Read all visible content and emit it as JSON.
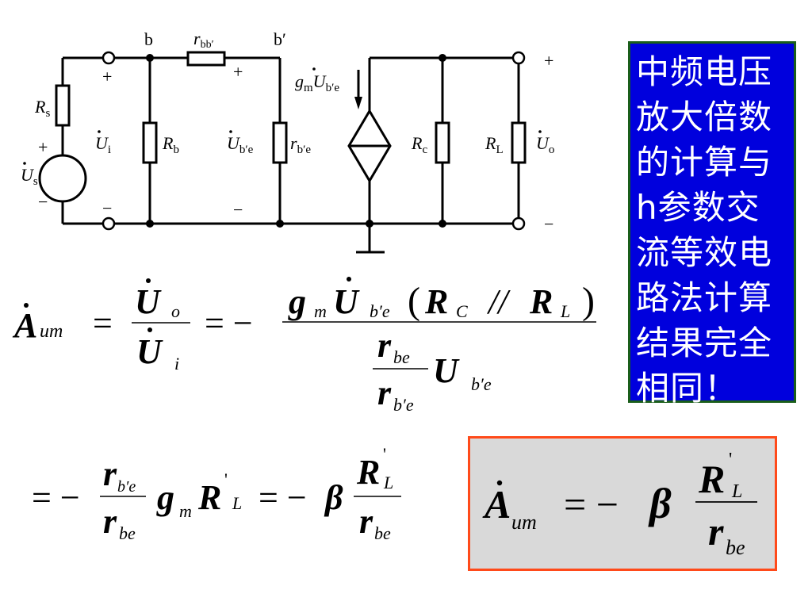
{
  "circuit": {
    "node_b": "b",
    "node_b_prime": "b′",
    "rbb_r": "r",
    "rbb_sub": "bb′",
    "rs_R": "R",
    "rs_sub": "s",
    "us_U": "U",
    "us_sub": "s",
    "ui_U": "U",
    "ui_sub": "i",
    "rb_R": "R",
    "rb_sub": "b",
    "ube_U": "U",
    "ube_sub": "b′e",
    "rbe_r": "r",
    "rbe_sub": "b′e",
    "gm_g": "g",
    "gm_sub": "m",
    "gm_U": "U",
    "gm_Usub": "b′e",
    "rc_R": "R",
    "rc_sub": "c",
    "rl_R": "R",
    "rl_sub": "L",
    "uo_U": "U",
    "uo_sub": "o",
    "plus": "+",
    "minus": "−"
  },
  "side_note": {
    "lines": [
      "中频电压",
      "放大倍数",
      "的计算与",
      "h参数交",
      "流等效电",
      "路法计算",
      "结果完全",
      "相同！"
    ]
  },
  "eq1": {
    "A": "A",
    "A_sub": "um",
    "eq": "=",
    "Uo": "U",
    "Uo_sub": "o",
    "Ui": "U",
    "Ui_sub": "i",
    "eq2": "= −",
    "g": "g",
    "g_sub": "m",
    "U": "U",
    "U_sub": "b′e",
    "lp": "(",
    "Rc": "R",
    "Rc_sub": "C",
    "par": "//",
    "Rl": "R",
    "Rl_sub": "L",
    "rp": ")",
    "r_be": "r",
    "r_be_sub": "be",
    "r_bpe": "r",
    "r_bpe_sub": "b′e",
    "U2": "U",
    "U2_sub": "b′e"
  },
  "eq2": {
    "eq_minus": "= −",
    "r_top": "r",
    "r_top_sub": "b′e",
    "r_bot": "r",
    "r_bot_sub": "be",
    "g": "g",
    "g_sub": "m",
    "R": "R",
    "R_prime": "'",
    "R_sub": "L",
    "eq_minus2": "= −",
    "beta": "β",
    "Rf": "R",
    "Rf_prime": "'",
    "Rf_sub": "L",
    "rf": "r",
    "rf_sub": "be"
  },
  "result": {
    "A": "A",
    "A_sub": "um",
    "eq": "= −",
    "beta": "β",
    "R": "R",
    "R_prime": "'",
    "R_sub": "L",
    "r": "r",
    "r_sub": "be"
  }
}
